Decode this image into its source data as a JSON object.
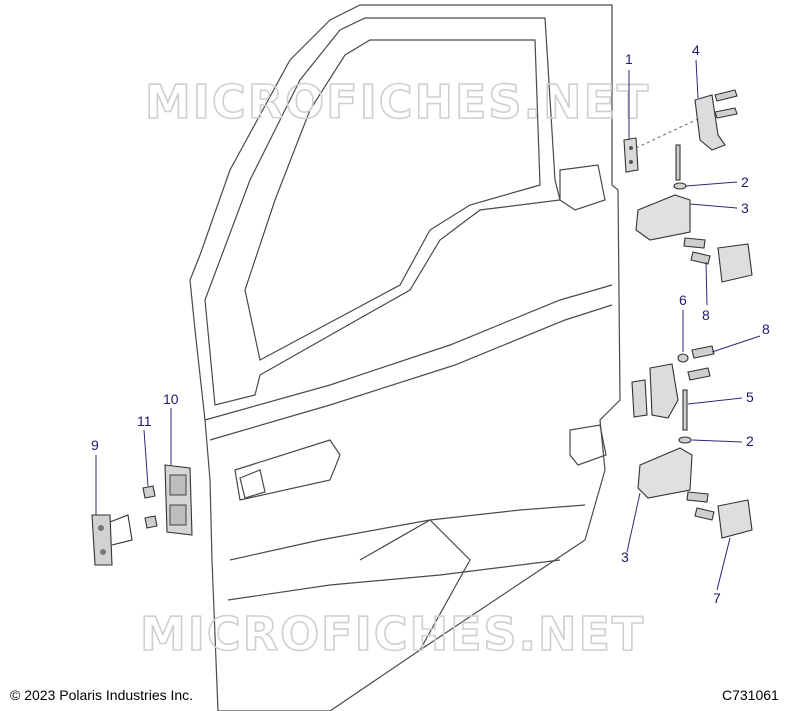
{
  "watermark": {
    "text": "MICROFICHES.NET"
  },
  "callouts": [
    {
      "id": "c1",
      "label": "1"
    },
    {
      "id": "c4",
      "label": "4"
    },
    {
      "id": "c2a",
      "label": "2"
    },
    {
      "id": "c3a",
      "label": "3"
    },
    {
      "id": "c8a",
      "label": "8"
    },
    {
      "id": "c6",
      "label": "6"
    },
    {
      "id": "c8b",
      "label": "8"
    },
    {
      "id": "c5",
      "label": "5"
    },
    {
      "id": "c2b",
      "label": "2"
    },
    {
      "id": "c3b",
      "label": "3"
    },
    {
      "id": "c7",
      "label": "7"
    },
    {
      "id": "c10",
      "label": "10"
    },
    {
      "id": "c11",
      "label": "11"
    },
    {
      "id": "c9",
      "label": "9"
    }
  ],
  "footer": {
    "copyright": "© 2023 Polaris Industries Inc.",
    "diagram_code": "C731061"
  }
}
